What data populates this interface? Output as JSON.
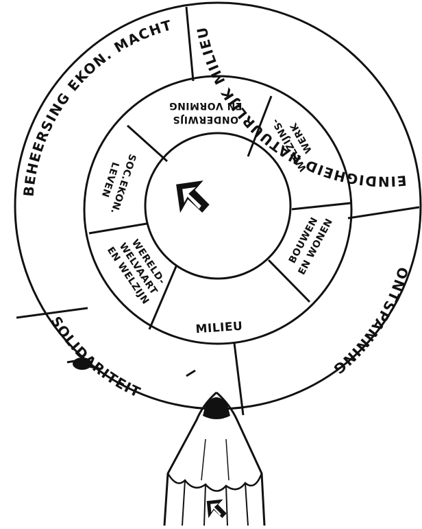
{
  "outer_ring": {
    "segments": [
      {
        "id": "beheersing",
        "label": "BEHEERSING EKON. MACHT"
      },
      {
        "id": "eindigheid",
        "label": "EINDIGHEID NATUURLIJK MILIEU"
      },
      {
        "id": "ontspanning",
        "label": "ONTSPANNING"
      },
      {
        "id": "solidariteit",
        "label": "SOLIDARITEIT"
      }
    ]
  },
  "inner_ring": {
    "segments": [
      {
        "id": "onderwijs",
        "lines": [
          "ONDERWIJS",
          "EN VORMING"
        ]
      },
      {
        "id": "welzijnswerk",
        "lines": [
          "WELZIJNS-",
          "WERK"
        ]
      },
      {
        "id": "bouwen",
        "lines": [
          "BOUWEN",
          "EN WONEN"
        ]
      },
      {
        "id": "milieu",
        "lines": [
          "MILIEU"
        ]
      },
      {
        "id": "wereldwelvaart",
        "lines": [
          "WERELD-",
          "WELVAART",
          "EN WELZIJN"
        ]
      },
      {
        "id": "socekon",
        "lines": [
          "SOC.EKON.",
          "LEVEN"
        ]
      }
    ]
  },
  "center": {
    "logo": "arrow-logo"
  },
  "pencil": {
    "logo": "arrow-logo"
  }
}
